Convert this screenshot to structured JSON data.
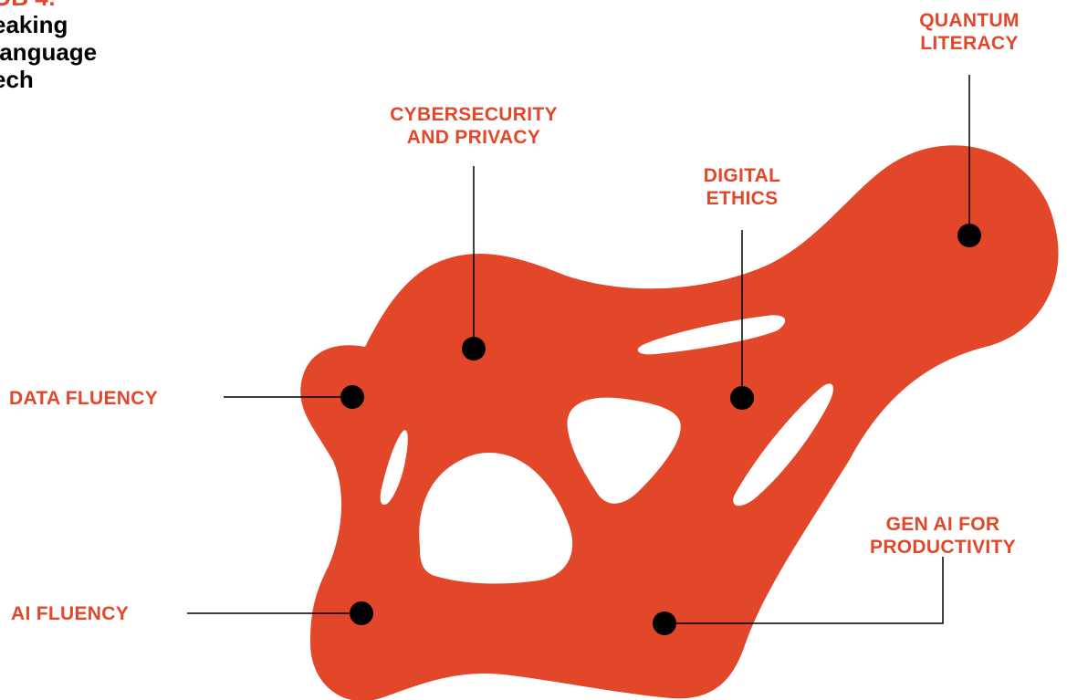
{
  "heading": {
    "line1": "OB 4:",
    "line2": "eaking",
    "line3": "language",
    "line4": "ech"
  },
  "colors": {
    "shape": "#e3472a",
    "label": "#e3472a",
    "marker": "#000000",
    "connector": "#000000",
    "background": "#ffffff"
  },
  "nodes": {
    "quantum_literacy": {
      "line1": "QUANTUM",
      "line2": "LITERACY"
    },
    "cybersecurity_privacy": {
      "line1": "CYBERSECURITY",
      "line2": "AND PRIVACY"
    },
    "digital_ethics": {
      "line1": "DIGITAL",
      "line2": "ETHICS"
    },
    "data_fluency": {
      "line1": "DATA FLUENCY"
    },
    "gen_ai_productivity": {
      "line1": "GEN AI FOR",
      "line2": "PRODUCTIVITY"
    },
    "ai_fluency": {
      "line1": "AI FLUENCY"
    }
  }
}
